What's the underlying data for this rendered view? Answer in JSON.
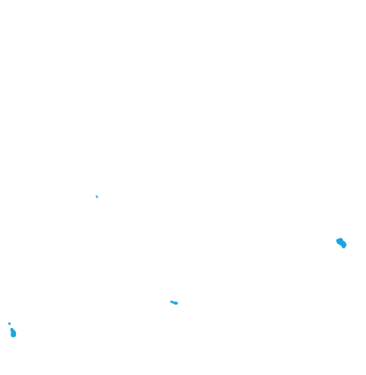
{
  "map": {
    "background_color": "#ffffff",
    "land_color": "#1aa4e0",
    "features": [
      {
        "id": "island-tiny",
        "kind": "islet"
      },
      {
        "id": "island-east",
        "kind": "island"
      },
      {
        "id": "island-central",
        "kind": "islet"
      },
      {
        "id": "island-southwest",
        "kind": "island"
      },
      {
        "id": "island-southwest-speck",
        "kind": "islet"
      }
    ]
  }
}
